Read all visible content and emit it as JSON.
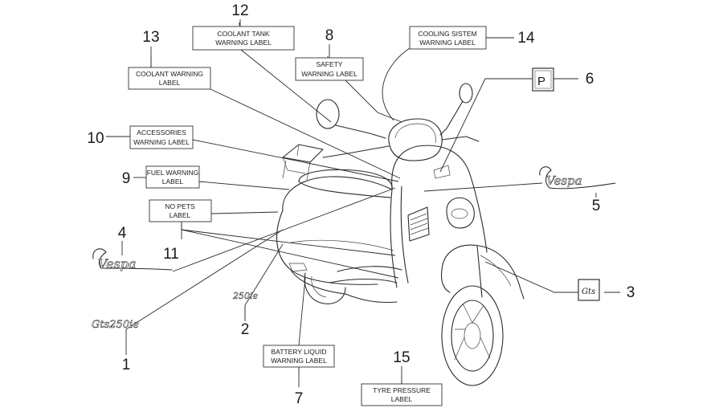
{
  "callouts": [
    {
      "num": "1"
    },
    {
      "num": "2"
    },
    {
      "num": "3"
    },
    {
      "num": "4"
    },
    {
      "num": "5"
    },
    {
      "num": "6"
    },
    {
      "num": "7",
      "label_lines": [
        "BATTERY LIQUID",
        "WARNING LABEL"
      ]
    },
    {
      "num": "8",
      "label_lines": [
        "SAFETY",
        "WARNING LABEL"
      ]
    },
    {
      "num": "9",
      "label_lines": [
        "FUEL WARNING",
        "LABEL"
      ]
    },
    {
      "num": "10",
      "label_lines": [
        "ACCESSORIES",
        "WARNING LABEL"
      ]
    },
    {
      "num": "11",
      "label_lines": [
        "NO PETS",
        "LABEL"
      ]
    },
    {
      "num": "12",
      "label_lines": [
        "COOLANT TANK",
        "WARNING LABEL"
      ]
    },
    {
      "num": "13",
      "label_lines": [
        "COOLANT WARNING",
        "LABEL"
      ]
    },
    {
      "num": "14",
      "label_lines": [
        "COOLING SISTEM",
        "WARNING LABEL"
      ]
    },
    {
      "num": "15",
      "label_lines": [
        "TYRE PRESSURE",
        "LABEL"
      ]
    }
  ],
  "decals": {
    "vespa_left": "Vespa",
    "vespa_right": "Vespa",
    "model_badge": "250ie",
    "gts_badge": "Gts250ie",
    "gts_plate": "Gts",
    "p_plate": "P"
  }
}
